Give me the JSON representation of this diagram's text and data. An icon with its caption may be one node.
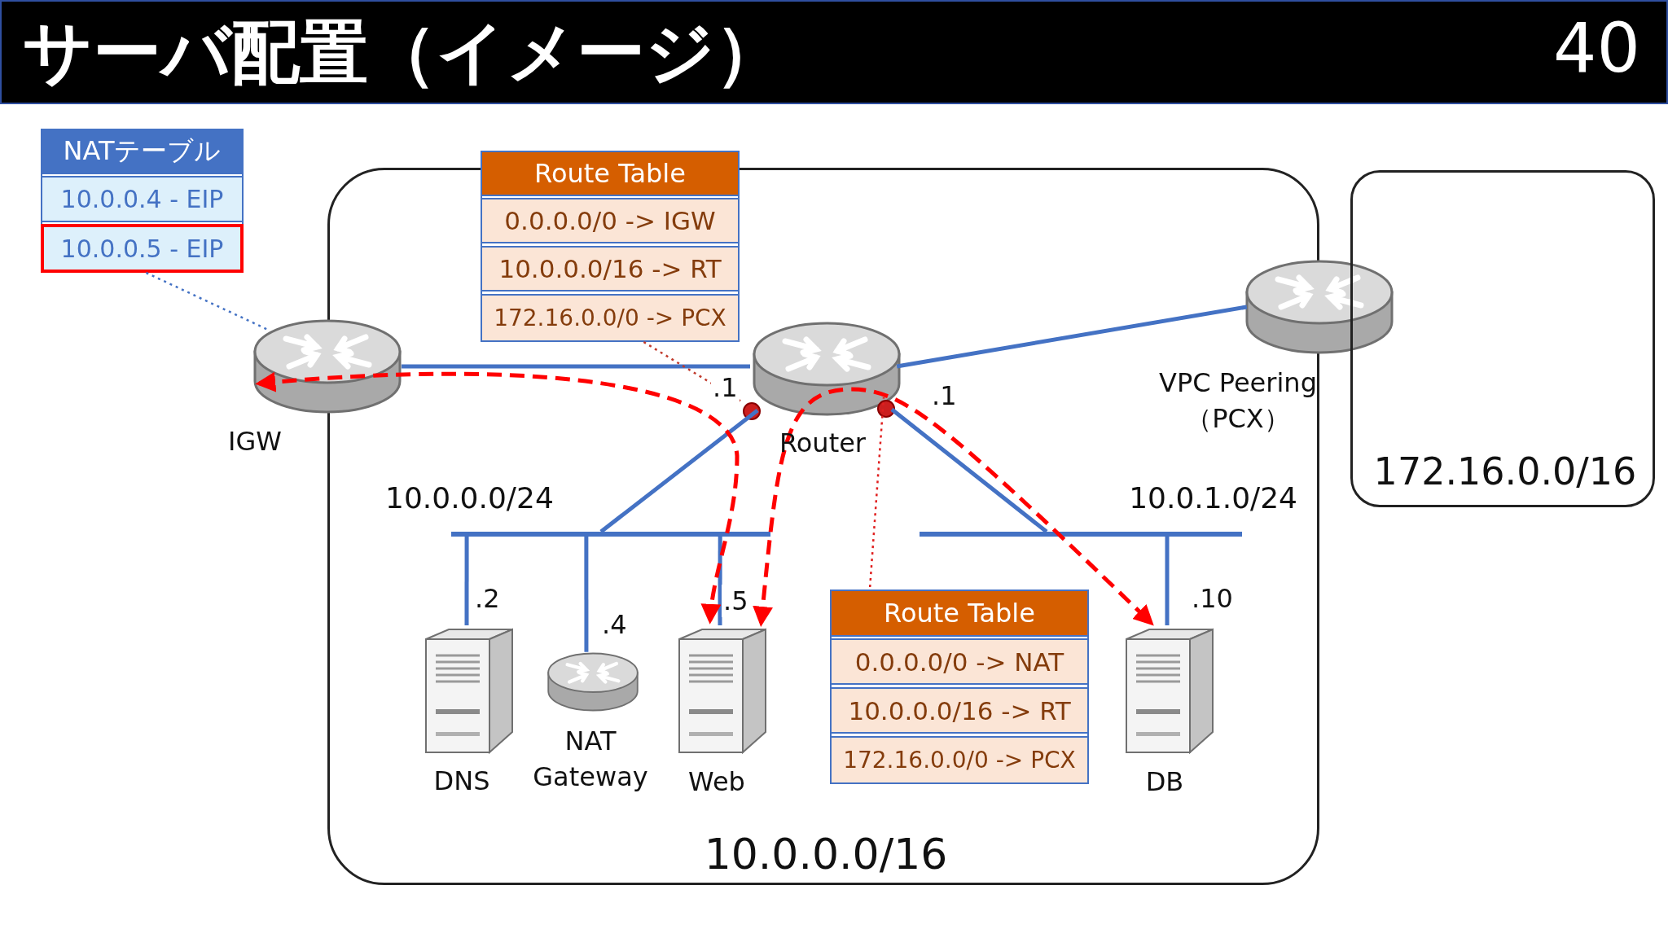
{
  "diagram": {
    "title": "サーバ配置（イメージ）",
    "nodes": [
      {
        "text": [
          "NATテーブル"
        ]
      },
      {
        "text": [
          "10.0.0.4 - EIP"
        ],
        "in": 0
      },
      {
        "text": [
          "10.0.0.5 - EIP"
        ],
        "in": 0
      },
      {
        "text": [
          "10.0.0.0/16"
        ]
      },
      {
        "text": [
          "Route Table"
        ]
      },
      {
        "text": [
          "0.0.0.0/0 -> IGW"
        ],
        "in": 4
      },
      {
        "text": [
          "10.0.0.0/16 -> RT"
        ],
        "in": 4
      },
      {
        "text": [
          "172.16.0.0/0 -> PCX"
        ],
        "in": 4
      },
      {
        "text": [],
        "shape": "router",
        "beside": [
          "IGW"
        ]
      },
      {
        "text": [],
        "shape": "router",
        "beside": [
          "Router"
        ],
        "in": 3
      },
      {
        "text": [],
        "shape": "circle",
        "in": 3
      },
      {
        "text": [],
        "shape": "circle",
        "in": 3
      },
      {
        "text": [],
        "shape": "router",
        "beside": [
          "VPC Peering （PCX）"
        ]
      },
      {
        "text": [
          "172.16.0.0/16"
        ]
      },
      {
        "text": [
          "10.0.0.0/24"
        ],
        "in": 3
      },
      {
        "text": [
          "10.0.1.0/24"
        ],
        "in": 3
      },
      {
        "text": [],
        "shape": "server",
        "beside": [
          "DNS"
        ],
        "in": 3
      },
      {
        "text": [],
        "shape": "router",
        "beside": [
          "NAT Gateway"
        ],
        "in": 3
      },
      {
        "text": [],
        "shape": "server",
        "beside": [
          "Web"
        ],
        "in": 3
      },
      {
        "text": [
          "Route Table"
        ],
        "in": 3
      },
      {
        "text": [
          "0.0.0.0/0 -> NAT"
        ],
        "in": 19
      },
      {
        "text": [
          "10.0.0.0/16 -> RT"
        ],
        "in": 19
      },
      {
        "text": [
          "172.16.0.0/0 -> PCX"
        ],
        "in": 19
      },
      {
        "text": [],
        "shape": "server",
        "beside": [
          "DB"
        ],
        "in": 3
      }
    ],
    "edges": [
      {
        "from": 8,
        "to": 9,
        "arrow": "none"
      },
      {
        "from": 9,
        "to": 12,
        "arrow": "none"
      },
      {
        "from": 9,
        "to": 14,
        "arrow": "none",
        "label": ".1"
      },
      {
        "from": 9,
        "to": 15,
        "arrow": "none",
        "label": ".1"
      },
      {
        "from": 14,
        "to": 16,
        "arrow": "none",
        "label": ".2"
      },
      {
        "from": 14,
        "to": 17,
        "arrow": "none",
        "label": ".4"
      },
      {
        "from": 14,
        "to": 18,
        "arrow": "none",
        "label": ".5"
      },
      {
        "from": 15,
        "to": 23,
        "arrow": "none",
        "label": ".10"
      },
      {
        "from": 2,
        "to": 8,
        "arrow": "none",
        "style": "dashed",
        "color": "#4472c4"
      },
      {
        "from": 7,
        "to": 10,
        "arrow": "none",
        "style": "dashed",
        "color": "#c0392b"
      },
      {
        "from": 19,
        "to": 11,
        "arrow": "none",
        "style": "dashed",
        "color": "#e02020"
      },
      {
        "from": 8,
        "to": 18,
        "arrow": "both",
        "style": "dashed",
        "color": "#ff0000"
      },
      {
        "from": 18,
        "to": 23,
        "arrow": "both",
        "style": "dashed",
        "color": "#ff0000"
      }
    ],
    "labels": [
      "40"
    ]
  }
}
